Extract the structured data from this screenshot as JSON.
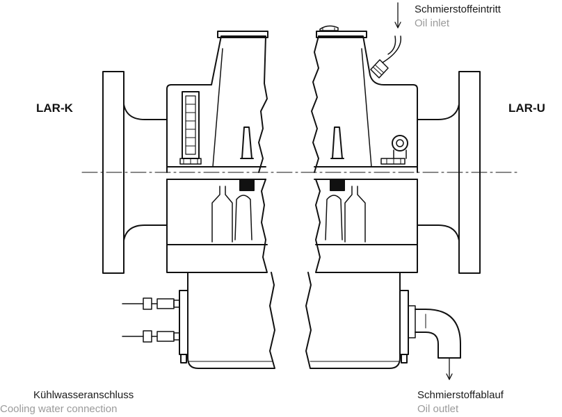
{
  "models": {
    "left": "LAR-K",
    "right": "LAR-U"
  },
  "callouts": {
    "oil_inlet": {
      "de": "Schmierstoffeintritt",
      "en": "Oil inlet"
    },
    "cooling_water": {
      "de": "Kühlwasseranschluss",
      "en": "Cooling water connection"
    },
    "oil_outlet": {
      "de": "Schmierstoffablauf",
      "en": "Oil outlet"
    }
  },
  "colors": {
    "line": "#111111",
    "secondary_text": "#9a9a9a"
  }
}
